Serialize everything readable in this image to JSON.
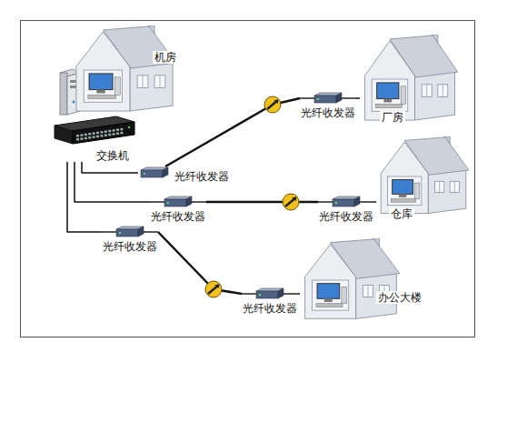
{
  "diagram": {
    "nodes": [
      {
        "text": [
          "机房"
        ]
      },
      {
        "text": [
          "交换机"
        ]
      },
      {
        "text": [
          "光纤收发器"
        ]
      },
      {
        "text": [
          "光纤收发器"
        ]
      },
      {
        "text": [
          "厂房"
        ]
      },
      {
        "text": [
          "光纤收发器"
        ]
      },
      {
        "text": [
          "光纤收发器"
        ]
      },
      {
        "text": [
          "仓库"
        ]
      },
      {
        "text": [
          "光纤收发器"
        ]
      },
      {
        "text": [
          "光纤收发器"
        ]
      },
      {
        "text": [
          "办公大楼"
        ]
      }
    ],
    "edges": [
      {
        "from": 1,
        "to": 2,
        "arrow": "none"
      },
      {
        "from": 2,
        "to": 3,
        "arrow": "none"
      },
      {
        "from": 3,
        "to": 4,
        "arrow": "none"
      },
      {
        "from": 1,
        "to": 5,
        "arrow": "none"
      },
      {
        "from": 5,
        "to": 6,
        "arrow": "none"
      },
      {
        "from": 6,
        "to": 7,
        "arrow": "none"
      },
      {
        "from": 1,
        "to": 8,
        "arrow": "none"
      },
      {
        "from": 8,
        "to": 9,
        "arrow": "none"
      },
      {
        "from": 9,
        "to": 10,
        "arrow": "none"
      }
    ]
  }
}
